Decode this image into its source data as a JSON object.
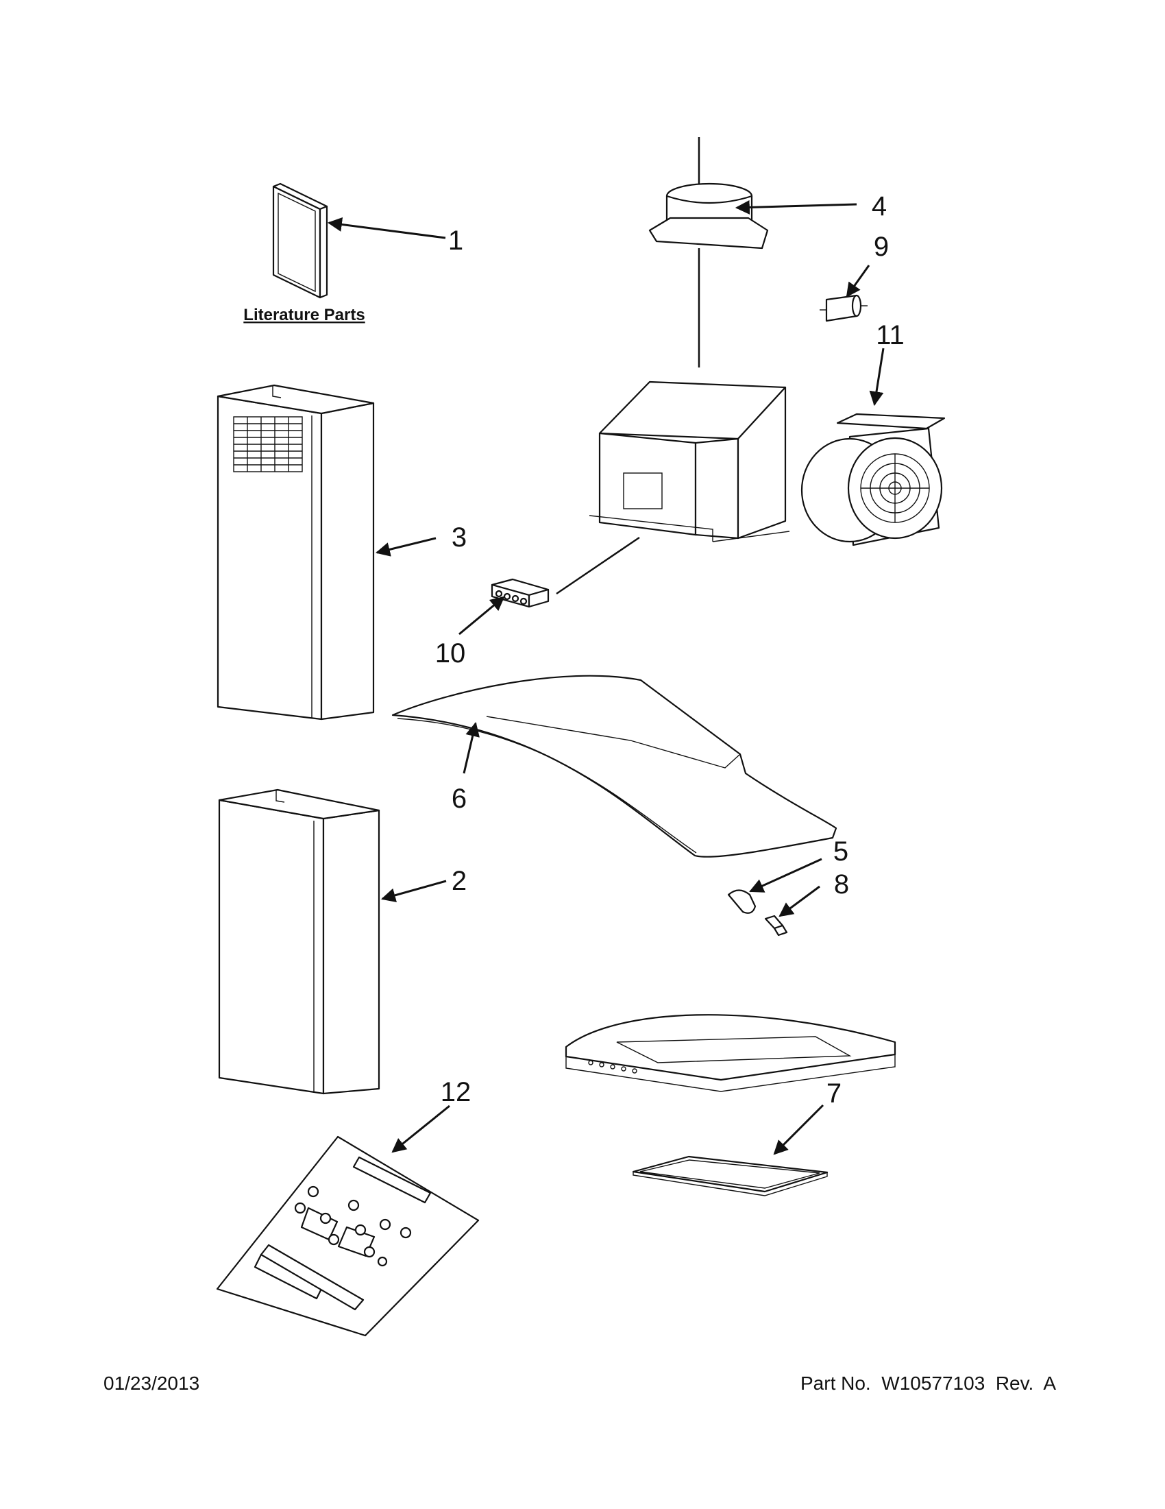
{
  "diagram": {
    "literature_label": "Literature Parts",
    "callouts": [
      "1",
      "2",
      "3",
      "4",
      "5",
      "6",
      "7",
      "8",
      "9",
      "10",
      "11",
      "12"
    ]
  },
  "footer": {
    "date": "01/23/2013",
    "part_number": "Part No.  W10577103  Rev.  A"
  }
}
